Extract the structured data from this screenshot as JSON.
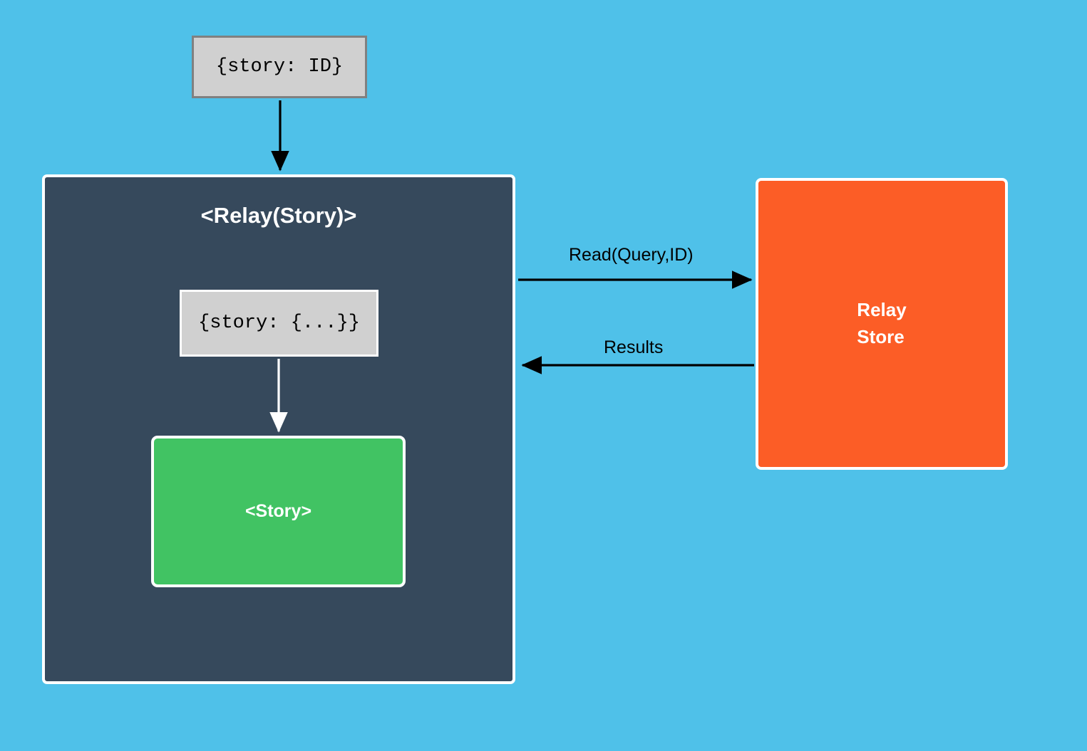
{
  "diagram": {
    "background_color": "#4FC1E9",
    "nodes": {
      "payload_top": {
        "label": "{story: ID}",
        "fill": "#d0d0d0",
        "border": "#808080"
      },
      "relay_container": {
        "title": "<Relay(Story)>",
        "fill": "#36495C",
        "border": "#ffffff"
      },
      "payload_inner": {
        "label": "{story: {...}}",
        "fill": "#d0d0d0",
        "border": "#ffffff"
      },
      "story": {
        "label": "<Story>",
        "fill": "#41C363",
        "border": "#ffffff"
      },
      "relay_store": {
        "label_line1": "Relay",
        "label_line2": "Store",
        "fill": "#FC5D26",
        "border": "#ffffff"
      }
    },
    "edges": [
      {
        "name": "props-into-relay-story",
        "label": "",
        "color": "#000000",
        "direction": "down"
      },
      {
        "name": "read-query-id",
        "label": "Read(Query,ID)",
        "color": "#000000",
        "direction": "right"
      },
      {
        "name": "results",
        "label": "Results",
        "color": "#000000",
        "direction": "left"
      },
      {
        "name": "data-into-story",
        "label": "",
        "color": "#ffffff",
        "direction": "down"
      }
    ]
  }
}
